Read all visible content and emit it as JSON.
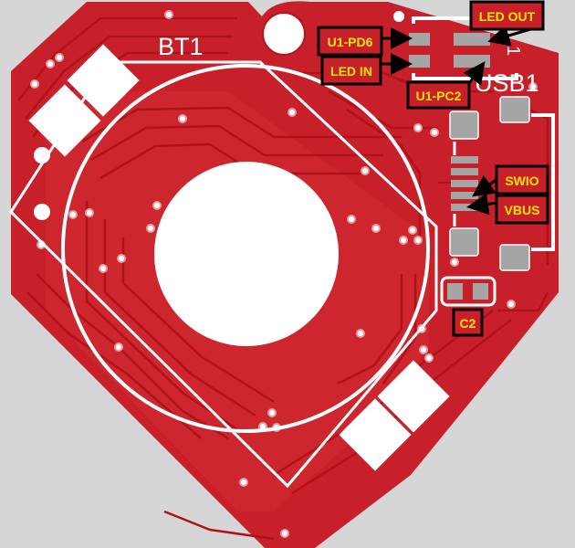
{
  "board": {
    "designators": {
      "battery": "BT1",
      "usb": "USB1",
      "capacitor": "C2",
      "small_mark": "1"
    },
    "colors": {
      "background": "#d6d6d6",
      "board": "#c8202a",
      "copper_pour": "#d93238",
      "trace": "#b51620",
      "silkscreen": "#ffffff",
      "pad": "#a5a5a5",
      "label_fill": "#c8202a",
      "label_border": "#000000",
      "label_text": "#ffe600",
      "arrow": "#000000"
    }
  },
  "callouts": [
    {
      "id": "led_out",
      "text": "LED OUT"
    },
    {
      "id": "u1_pd6",
      "text": "U1-PD6"
    },
    {
      "id": "led_in",
      "text": "LED IN"
    },
    {
      "id": "u1_pc2",
      "text": "U1-PC2"
    },
    {
      "id": "swio",
      "text": "SWIO"
    },
    {
      "id": "vbus",
      "text": "VBUS"
    },
    {
      "id": "c2",
      "text": "C2"
    }
  ]
}
